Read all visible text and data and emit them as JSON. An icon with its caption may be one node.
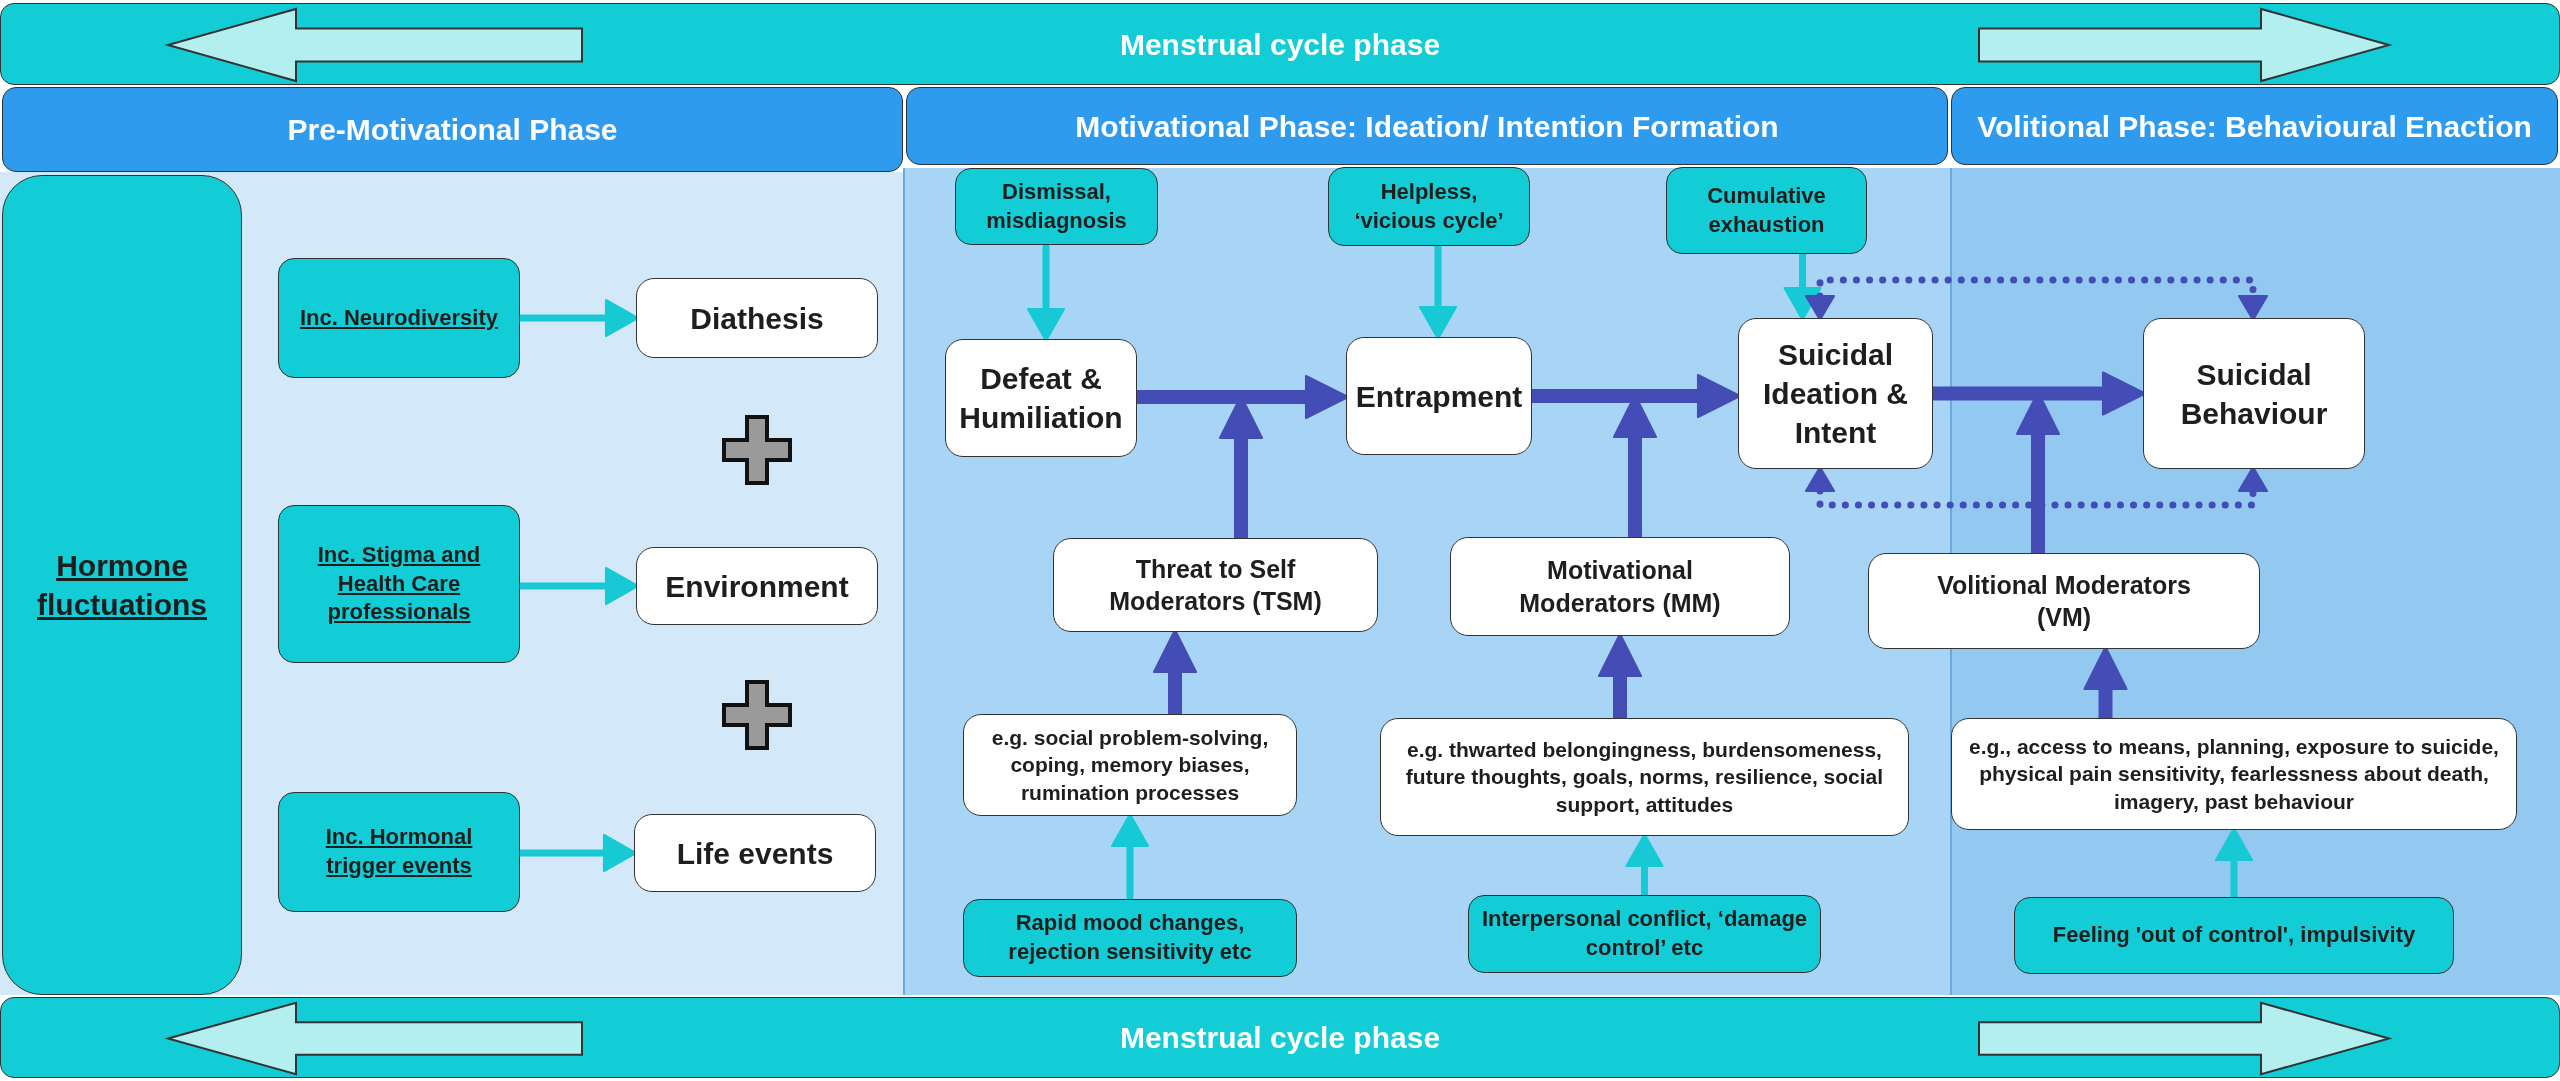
{
  "diagram": {
    "nodes": [
      {
        "text": [
          "Menstrual cycle phase"
        ]
      },
      {
        "text": [
          "Pre-Motivational Phase"
        ]
      },
      {
        "text": [
          "Motivational Phase: Ideation/ Intention Formation"
        ]
      },
      {
        "text": [
          "Volitional Phase: Behavioural Enaction"
        ]
      },
      {
        "text": [
          "Hormone fluctuations"
        ]
      },
      {
        "text": [
          "Inc. Neurodiversity"
        ]
      },
      {
        "text": [
          "Diathesis"
        ]
      },
      {
        "text": [
          "Inc. Stigma and Health Care professionals"
        ]
      },
      {
        "text": [
          "Environment"
        ]
      },
      {
        "text": [
          "Inc. Hormonal trigger events"
        ]
      },
      {
        "text": [
          "Life events"
        ]
      },
      {
        "text": [
          "Dismissal, misdiagnosis"
        ]
      },
      {
        "text": [
          "Helpless, ‘vicious cycle’"
        ]
      },
      {
        "text": [
          "Cumulative exhaustion"
        ]
      },
      {
        "text": [
          "Defeat & Humiliation"
        ]
      },
      {
        "text": [
          "Entrapment"
        ]
      },
      {
        "text": [
          "Suicidal Ideation & Intent"
        ]
      },
      {
        "text": [
          "Suicidal Behaviour"
        ]
      },
      {
        "text": [
          "Threat to Self Moderators (TSM)"
        ]
      },
      {
        "text": [
          "Motivational Moderators (MM)"
        ]
      },
      {
        "text": [
          "Volitional Moderators (VM)"
        ]
      },
      {
        "text": [
          "e.g. social problem-solving, coping, memory biases, rumination processes"
        ]
      },
      {
        "text": [
          "e.g. thwarted belongingness, burdensomeness, future thoughts, goals, norms, resilience, social support, attitudes"
        ]
      },
      {
        "text": [
          "e.g., access to means, planning, exposure to suicide, physical pain sensitivity, fearlessness about death, imagery, past behaviour"
        ]
      },
      {
        "text": [
          "Rapid mood changes, rejection sensitivity etc"
        ]
      },
      {
        "text": [
          "Interpersonal conflict, ‘damage control’ etc"
        ]
      },
      {
        "text": [
          "Feeling 'out of control', impulsivity"
        ]
      },
      {
        "text": [
          "Menstrual cycle phase"
        ]
      }
    ],
    "edges": [
      {
        "from": 5,
        "to": 6,
        "arrow": "to",
        "color": "#17c9d4"
      },
      {
        "from": 7,
        "to": 8,
        "arrow": "to",
        "color": "#17c9d4"
      },
      {
        "from": 9,
        "to": 10,
        "arrow": "to",
        "color": "#17c9d4"
      },
      {
        "from": 11,
        "to": 14,
        "arrow": "to",
        "color": "#17c9d4"
      },
      {
        "from": 12,
        "to": 15,
        "arrow": "to",
        "color": "#17c9d4"
      },
      {
        "from": 13,
        "to": 16,
        "arrow": "to",
        "color": "#17c9d4"
      },
      {
        "from": 14,
        "to": 15,
        "arrow": "to",
        "style": "thick"
      },
      {
        "from": 15,
        "to": 16,
        "arrow": "to",
        "style": "thick"
      },
      {
        "from": 16,
        "to": 17,
        "arrow": "to",
        "style": "thick"
      },
      {
        "from": 18,
        "to": null,
        "arrow": "to",
        "style": "thick"
      },
      {
        "from": 19,
        "to": null,
        "arrow": "to",
        "style": "thick"
      },
      {
        "from": 20,
        "to": null,
        "arrow": "to",
        "style": "thick"
      },
      {
        "from": 21,
        "to": 18,
        "arrow": "to",
        "style": "thick"
      },
      {
        "from": 22,
        "to": 19,
        "arrow": "to",
        "style": "thick"
      },
      {
        "from": 23,
        "to": 20,
        "arrow": "to",
        "style": "thick"
      },
      {
        "from": 24,
        "to": 21,
        "arrow": "to",
        "color": "#17c9d4"
      },
      {
        "from": 25,
        "to": 22,
        "arrow": "to",
        "color": "#17c9d4"
      },
      {
        "from": 26,
        "to": 23,
        "arrow": "to",
        "color": "#17c9d4"
      },
      {
        "from": 16,
        "to": 17,
        "arrow": "both",
        "style": "dashed"
      },
      {
        "from": 16,
        "to": 17,
        "arrow": "both",
        "style": "dashed"
      }
    ]
  }
}
